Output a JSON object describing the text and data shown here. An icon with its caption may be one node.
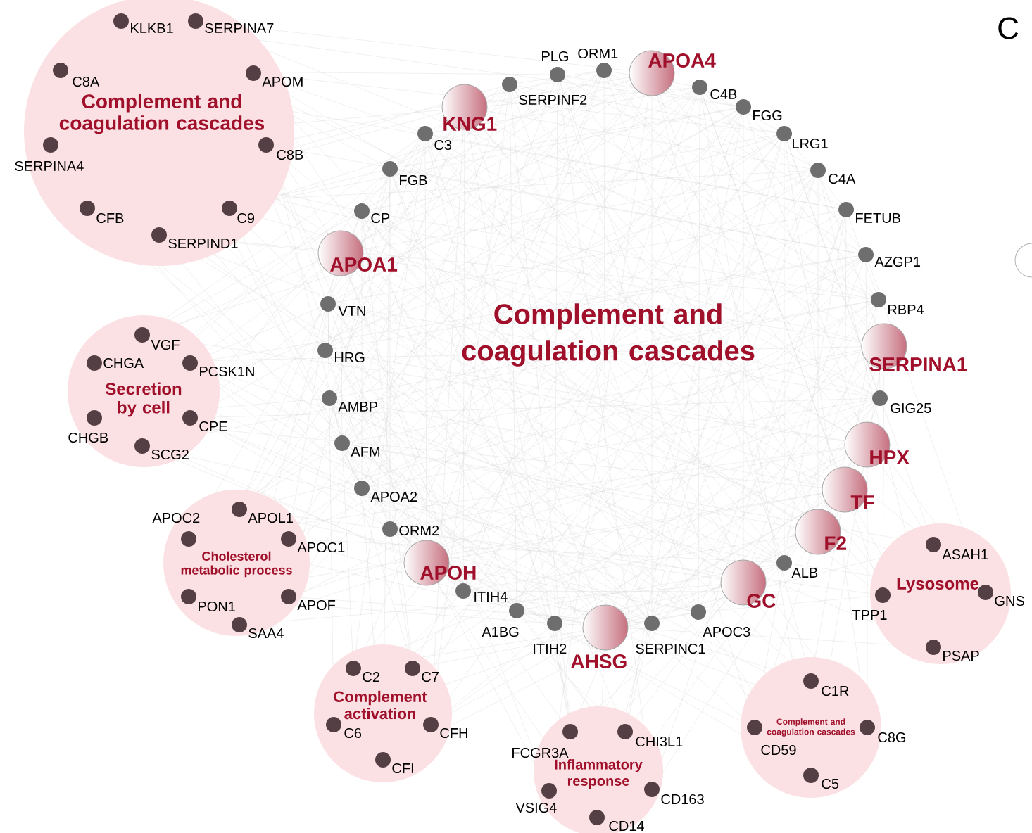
{
  "diagram": {
    "nodes": [
      {
        "text": [
          "Complement and coagulation cascades"
        ]
      },
      {
        "text": [
          "KLKB1"
        ],
        "in": 0
      },
      {
        "text": [
          "SERPINA7"
        ],
        "in": 0
      },
      {
        "text": [
          "C8A"
        ],
        "in": 0
      },
      {
        "text": [
          "APOM"
        ],
        "in": 0
      },
      {
        "text": [
          "SERPINA4"
        ],
        "in": 0
      },
      {
        "text": [
          "C8B"
        ],
        "in": 0
      },
      {
        "text": [
          "CFB"
        ],
        "in": 0
      },
      {
        "text": [
          "C9"
        ],
        "in": 0
      },
      {
        "text": [
          "SERPIND1"
        ],
        "in": 0
      },
      {
        "text": [
          "Secretion by cell"
        ]
      },
      {
        "text": [
          "VGF"
        ],
        "in": 10
      },
      {
        "text": [
          "CHGA"
        ],
        "in": 10
      },
      {
        "text": [
          "PCSK1N"
        ],
        "in": 10
      },
      {
        "text": [
          "CHGB"
        ],
        "in": 10
      },
      {
        "text": [
          "CPE"
        ],
        "in": 10
      },
      {
        "text": [
          "SCG2"
        ],
        "in": 10
      },
      {
        "text": [
          "Cholesterol metabolic process"
        ]
      },
      {
        "text": [
          "APOC2"
        ],
        "in": 17
      },
      {
        "text": [
          "APOL1"
        ],
        "in": 17
      },
      {
        "text": [
          "APOC1"
        ],
        "in": 17
      },
      {
        "text": [
          "PON1"
        ],
        "in": 17
      },
      {
        "text": [
          "APOF"
        ],
        "in": 17
      },
      {
        "text": [
          "SAA4"
        ],
        "in": 17
      },
      {
        "text": [
          "Complement activation"
        ]
      },
      {
        "text": [
          "C2"
        ],
        "in": 24
      },
      {
        "text": [
          "C7"
        ],
        "in": 24
      },
      {
        "text": [
          "C6"
        ],
        "in": 24
      },
      {
        "text": [
          "CFH"
        ],
        "in": 24
      },
      {
        "text": [
          "CFI"
        ],
        "in": 24
      },
      {
        "text": [
          "KNG1"
        ]
      },
      {
        "text": [
          "C3"
        ]
      },
      {
        "text": [
          "FGB"
        ]
      },
      {
        "text": [
          "CP"
        ]
      },
      {
        "text": [
          "APOA1"
        ]
      },
      {
        "text": [
          "VTN"
        ]
      },
      {
        "text": [
          "HRG"
        ]
      },
      {
        "text": [
          "AMBP"
        ]
      },
      {
        "text": [
          "AFM"
        ]
      },
      {
        "text": [
          "APOA2"
        ]
      },
      {
        "text": [
          "ORM2"
        ]
      },
      {
        "text": [
          "APOH"
        ]
      },
      {
        "text": [
          "ITIH4"
        ]
      },
      {
        "text": [
          "A1BG"
        ]
      },
      {
        "text": [
          "ITIH2"
        ]
      },
      {
        "text": [
          "AHSG"
        ]
      },
      {
        "text": [
          "SERPINC1"
        ]
      },
      {
        "text": [
          "APOC3"
        ]
      },
      {
        "text": [
          "GC"
        ]
      },
      {
        "text": [
          "ALB"
        ]
      },
      {
        "text": [
          "F2"
        ]
      },
      {
        "text": [
          "TF"
        ]
      },
      {
        "text": [
          "HPX"
        ]
      },
      {
        "text": [
          "GIG25"
        ]
      },
      {
        "text": [
          "SERPINA1"
        ]
      },
      {
        "text": [
          "RBP4"
        ]
      },
      {
        "text": [
          "AZGP1"
        ]
      },
      {
        "text": [
          "FETUB"
        ]
      },
      {
        "text": [
          "C4A"
        ]
      },
      {
        "text": [
          "LRG1"
        ]
      },
      {
        "text": [
          "FGG"
        ]
      },
      {
        "text": [
          "C4B"
        ]
      },
      {
        "text": [
          "APOA4"
        ]
      },
      {
        "text": [
          "ORM1"
        ]
      },
      {
        "text": [
          "PLG"
        ]
      },
      {
        "text": [
          "SERPINF2"
        ]
      },
      {
        "text": [
          "Lysosome"
        ]
      },
      {
        "text": [
          "ASAH1"
        ],
        "in": 66
      },
      {
        "text": [
          "TPP1"
        ],
        "in": 66
      },
      {
        "text": [
          "GNS"
        ],
        "in": 66
      },
      {
        "text": [
          "PSAP"
        ],
        "in": 66
      },
      {
        "text": [
          "Complement and coagulation cascades"
        ]
      },
      {
        "text": [
          "C1R"
        ],
        "in": 71
      },
      {
        "text": [
          "CD59"
        ],
        "in": 71
      },
      {
        "text": [
          "C8G"
        ],
        "in": 71
      },
      {
        "text": [
          "C5"
        ],
        "in": 71
      },
      {
        "text": [
          "Inflammatory response"
        ]
      },
      {
        "text": [
          "FCGR3A"
        ],
        "in": 76
      },
      {
        "text": [
          "CHI3L1"
        ],
        "in": 76
      },
      {
        "text": [
          "VSIG4"
        ],
        "in": 76
      },
      {
        "text": [
          "CD163"
        ],
        "in": 76
      },
      {
        "text": [
          "CD14"
        ],
        "in": 76
      }
    ],
    "edges": [],
    "labels": [
      "C",
      "Complement and coagulation cascades"
    ]
  }
}
